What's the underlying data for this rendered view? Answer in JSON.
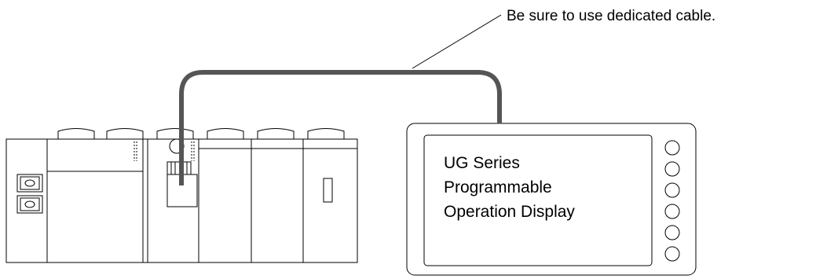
{
  "annotation": {
    "text": "Be sure to use dedicated cable."
  },
  "display": {
    "screen_lines": [
      "UG Series",
      "Programmable",
      "Operation Display"
    ],
    "button_count": 6
  },
  "colors": {
    "line": "#000000",
    "cable": "#555555",
    "background": "#ffffff"
  }
}
